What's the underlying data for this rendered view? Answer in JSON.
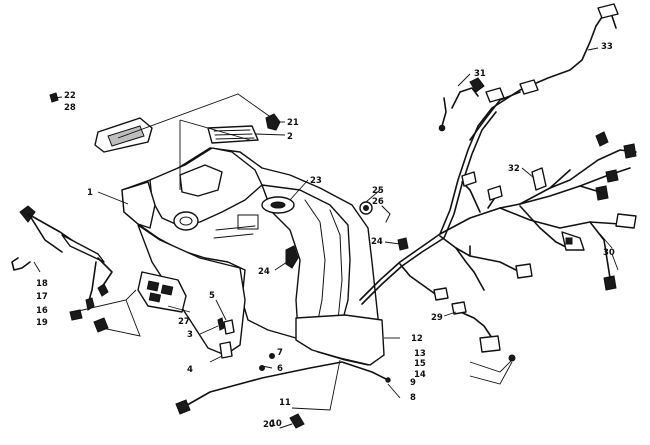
{
  "callouts": [
    {
      "id": "c1",
      "text": "1"
    },
    {
      "id": "c2",
      "text": "2"
    },
    {
      "id": "c3",
      "text": "3"
    },
    {
      "id": "c4",
      "text": "4"
    },
    {
      "id": "c5",
      "text": "5"
    },
    {
      "id": "c6",
      "text": "6"
    },
    {
      "id": "c7",
      "text": "7"
    },
    {
      "id": "c8",
      "text": "8"
    },
    {
      "id": "c9",
      "text": "9"
    },
    {
      "id": "c10",
      "text": "10"
    },
    {
      "id": "c11",
      "text": "11"
    },
    {
      "id": "c12",
      "text": "12"
    },
    {
      "id": "c13",
      "text": "13"
    },
    {
      "id": "c14",
      "text": "14"
    },
    {
      "id": "c15",
      "text": "15"
    },
    {
      "id": "c16",
      "text": "16"
    },
    {
      "id": "c17",
      "text": "17"
    },
    {
      "id": "c18",
      "text": "18"
    },
    {
      "id": "c19",
      "text": "19"
    },
    {
      "id": "c20",
      "text": "20"
    },
    {
      "id": "c21",
      "text": "21"
    },
    {
      "id": "c22",
      "text": "22"
    },
    {
      "id": "c23",
      "text": "23"
    },
    {
      "id": "c24a",
      "text": "24"
    },
    {
      "id": "c24b",
      "text": "24"
    },
    {
      "id": "c25",
      "text": "25"
    },
    {
      "id": "c26",
      "text": "26"
    },
    {
      "id": "c27",
      "text": "27"
    },
    {
      "id": "c28",
      "text": "28"
    },
    {
      "id": "c29",
      "text": "29"
    },
    {
      "id": "c30",
      "text": "30"
    },
    {
      "id": "c31",
      "text": "31"
    },
    {
      "id": "c32",
      "text": "32"
    },
    {
      "id": "c33",
      "text": "33"
    }
  ]
}
